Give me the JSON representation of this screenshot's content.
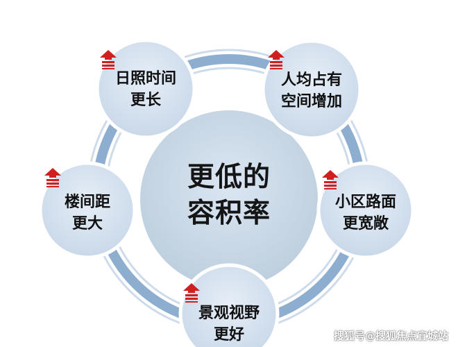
{
  "diagram": {
    "center": {
      "lines": [
        "更低的",
        "容积率"
      ]
    },
    "nodes": [
      {
        "id": "sunlight",
        "lines": [
          "日照时间",
          "更长"
        ],
        "icon": "up-arrow-icon"
      },
      {
        "id": "per-capita-space",
        "lines": [
          "人均占有",
          "空间增加"
        ],
        "icon": "up-arrow-icon"
      },
      {
        "id": "road-surface",
        "lines": [
          "小区路面",
          "更宽敞"
        ],
        "icon": "up-arrow-icon"
      },
      {
        "id": "view",
        "lines": [
          "景观视野",
          "更好"
        ],
        "icon": "up-arrow-icon"
      },
      {
        "id": "building-spacing",
        "lines": [
          "楼间距",
          "更大"
        ],
        "icon": "up-arrow-icon"
      }
    ],
    "colors": {
      "ring": "#8eaed0",
      "ring_outline": "#b7cbe0",
      "node_fill": "#d6e2ef",
      "node_border": "#ffffff",
      "center_fill": "#cad8e8",
      "arrow": "#d01f1f"
    }
  },
  "watermark": {
    "text": "搜狐号@搜狐焦点宜城站"
  }
}
